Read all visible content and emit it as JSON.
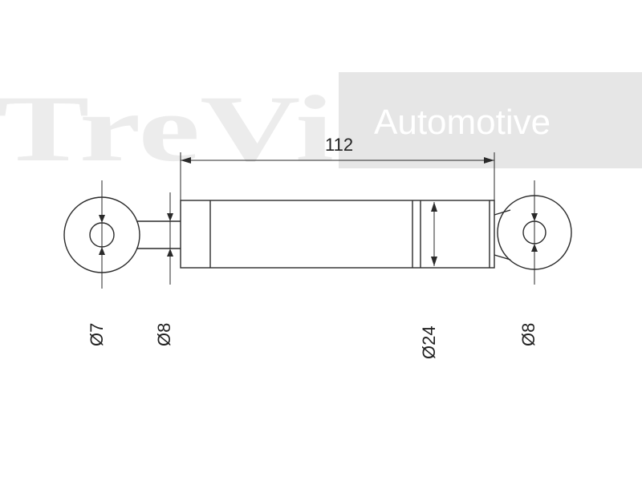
{
  "watermark": {
    "brand": "TreVi",
    "tagline": "Automotive",
    "band_color": "#e6e6e6"
  },
  "dimensions": {
    "length": "112",
    "left_eye_bore": "Ø7",
    "rod_diameter": "Ø8",
    "body_diameter": "Ø24",
    "right_eye_bore": "Ø8"
  },
  "colors": {
    "line": "#2a2a2a",
    "text": "#222222"
  }
}
